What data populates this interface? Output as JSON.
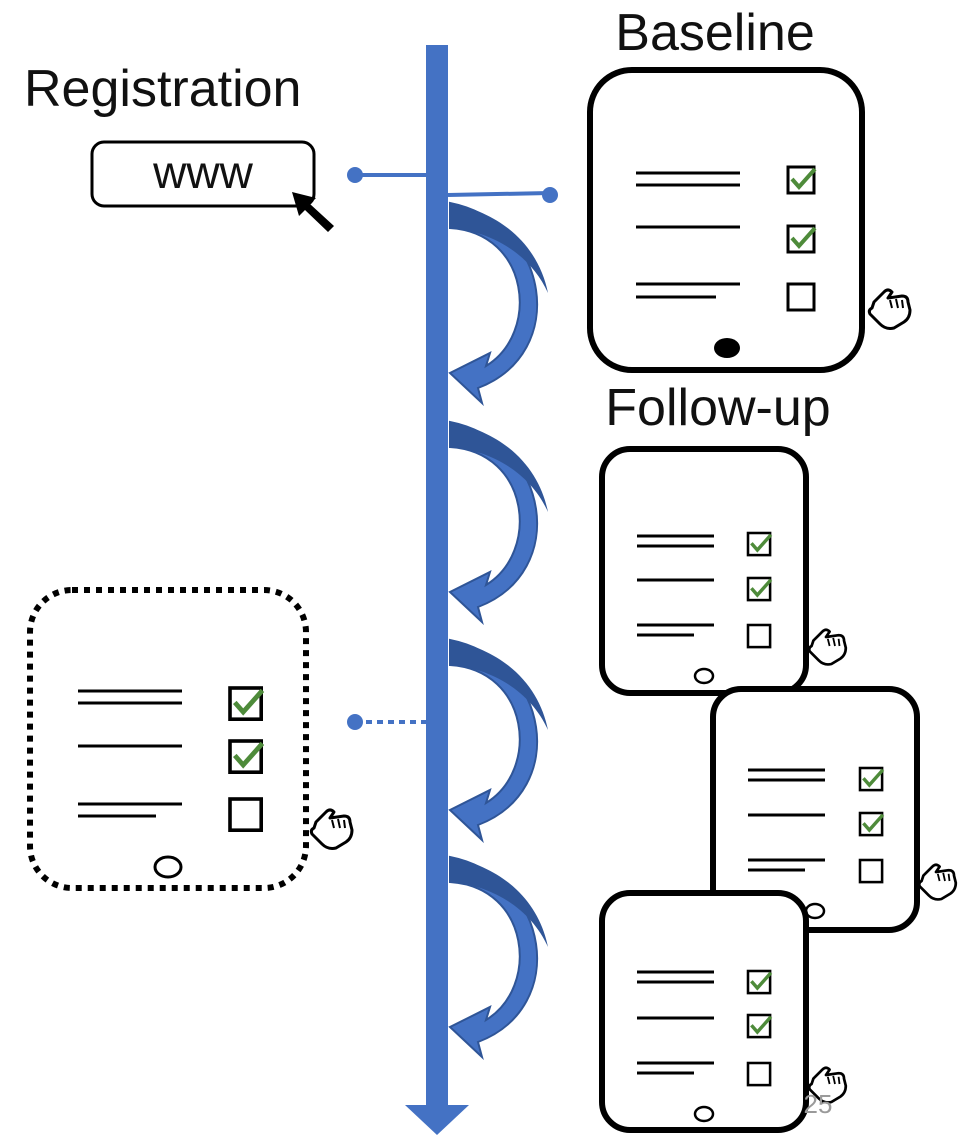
{
  "labels": {
    "registration": "Registration",
    "url": "www",
    "baseline": "Baseline",
    "followup": "Follow-up",
    "page_number": "25"
  },
  "colors": {
    "timeline": "#4472C4",
    "arrow_dark": "#2F5597",
    "arrow_light": "#4472C4",
    "check": "#4E8B3A",
    "outline": "#000000"
  },
  "icons": [
    "cursor-arrow-icon",
    "hand-pointer-icon",
    "checkbox-checked-icon",
    "checkbox-empty-icon",
    "curved-arrow-icon"
  ]
}
